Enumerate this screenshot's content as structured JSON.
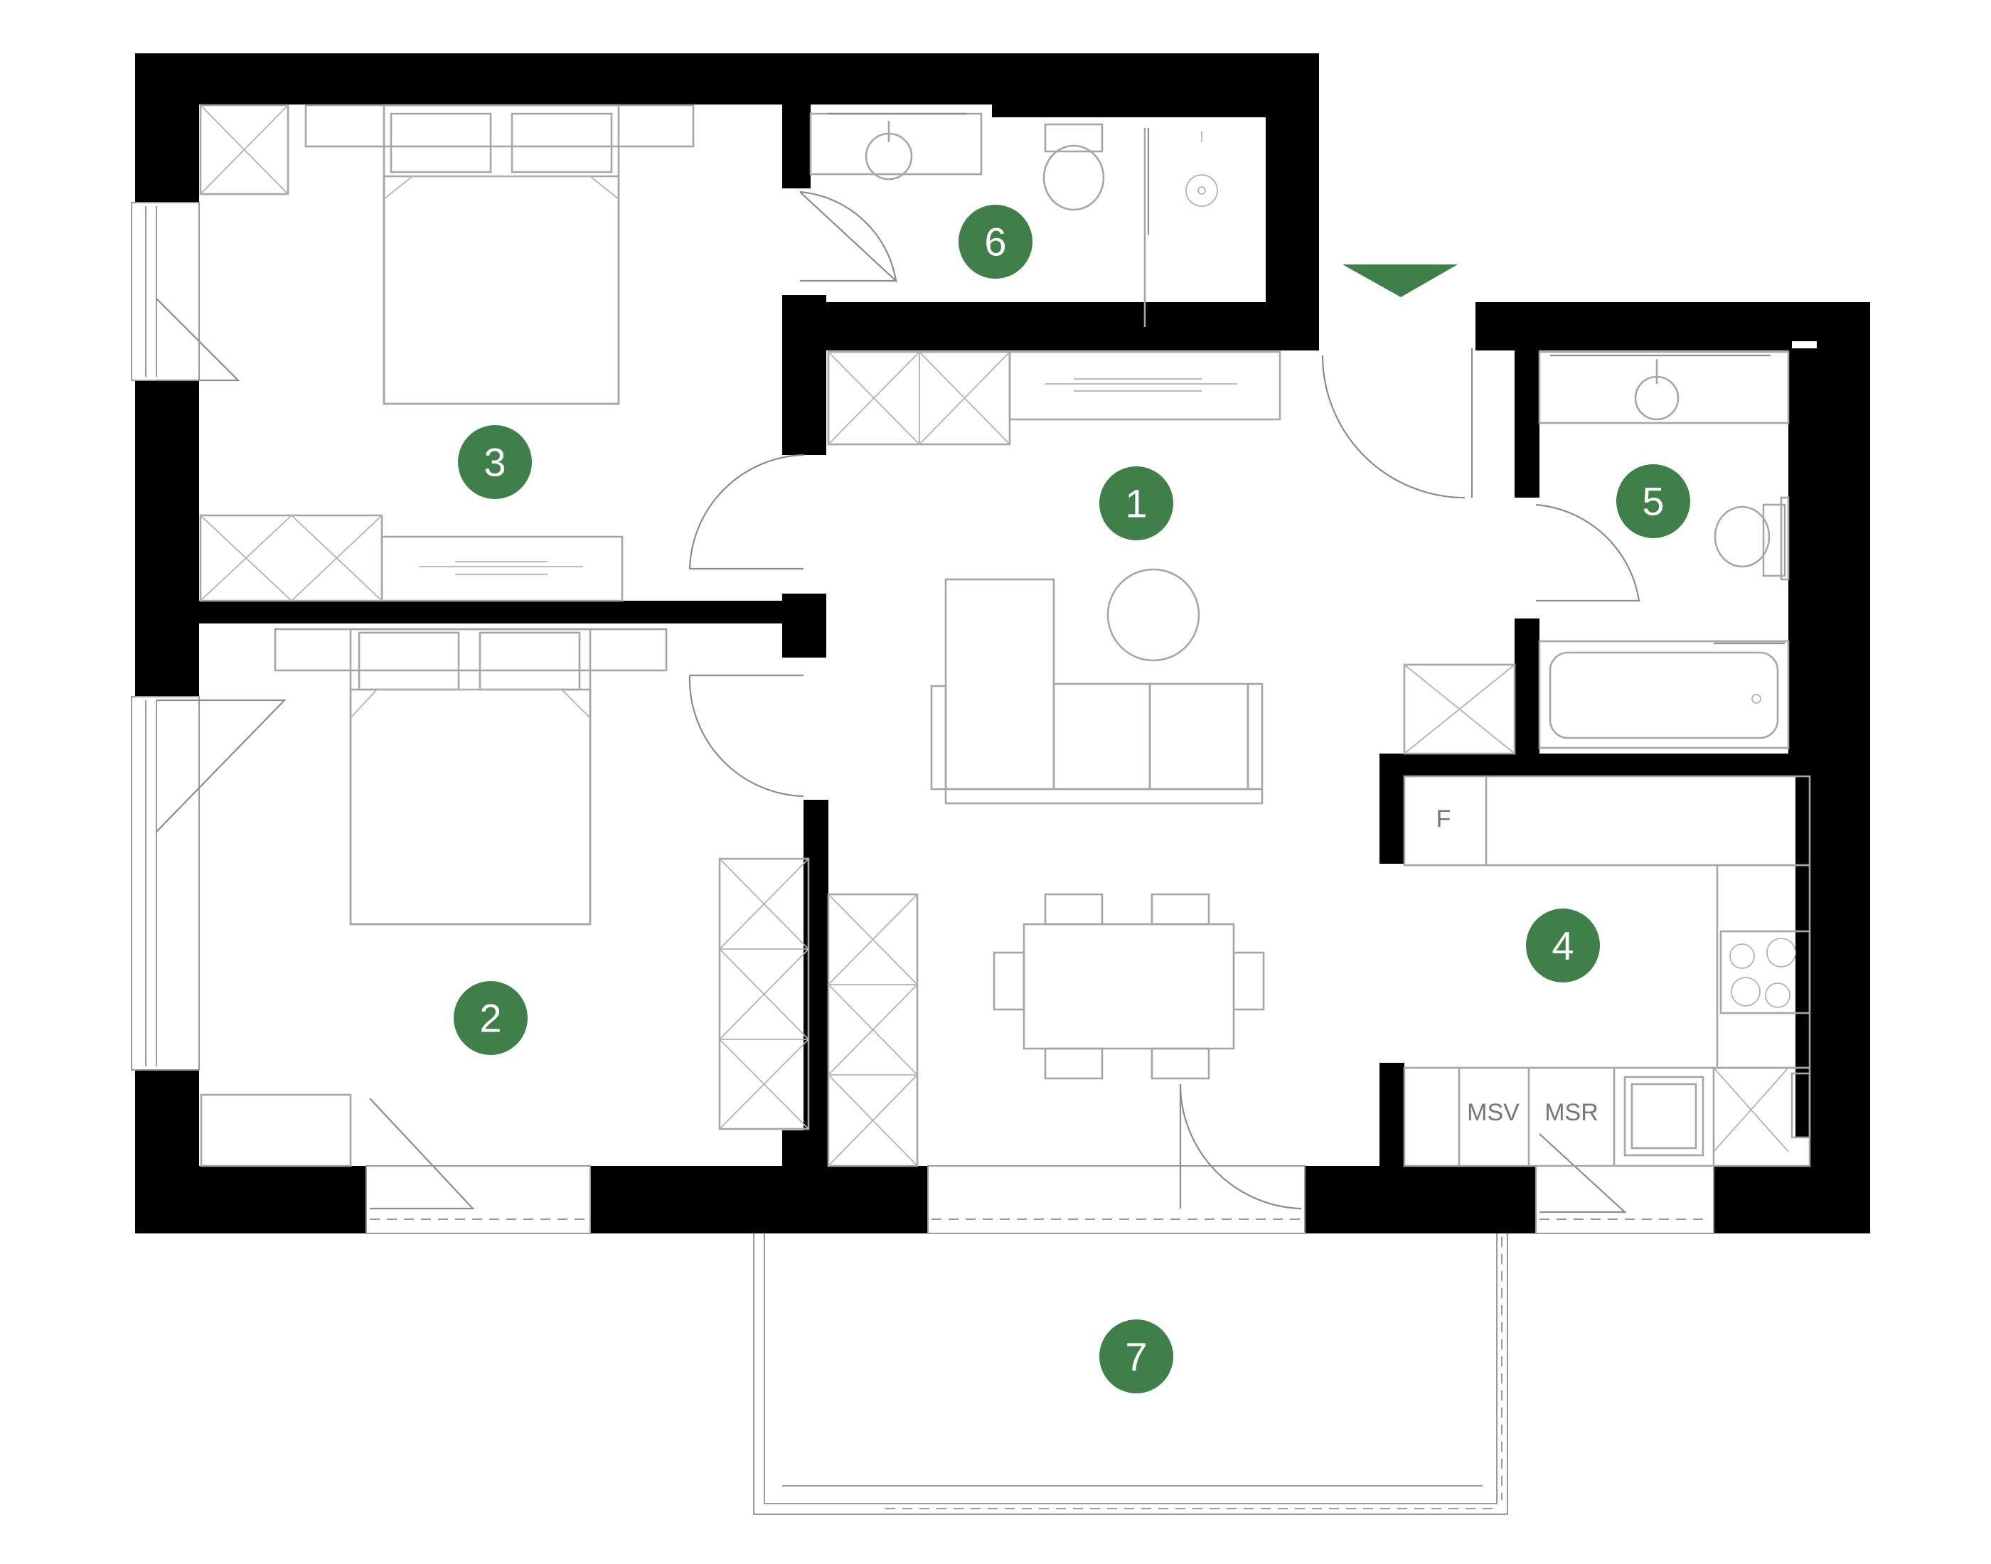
{
  "rooms": [
    {
      "id": "1"
    },
    {
      "id": "2"
    },
    {
      "id": "3"
    },
    {
      "id": "4"
    },
    {
      "id": "5"
    },
    {
      "id": "6"
    },
    {
      "id": "7"
    }
  ],
  "labels": {
    "fridge": "F",
    "msv": "MSV",
    "msr": "MSR"
  },
  "colors": {
    "marker": "#3f7f4a",
    "walls": "#000000",
    "fixtures": "#a6a6a6"
  },
  "icons": {
    "entrance": "entrance-arrow-icon"
  }
}
